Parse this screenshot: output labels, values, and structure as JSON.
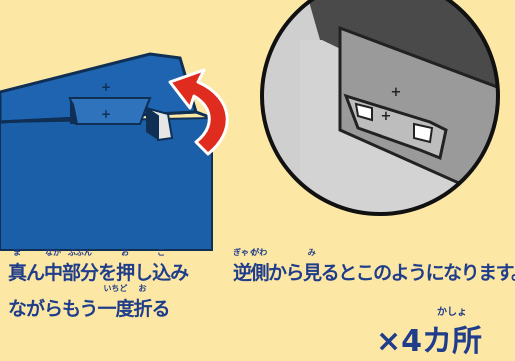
{
  "instructions": {
    "left_caption_line1": {
      "pre": "真",
      "furigana_ma": "ま",
      "n": "ん",
      "naka": "中",
      "furigana_naka": "なか",
      "bubun": "部分",
      "furigana_bubun": "ぶぶん",
      "wo": "を",
      "o": "押",
      "furigana_o": "お",
      "shi": "し",
      "ko": "込",
      "furigana_ko": "こ",
      "mi": "み"
    },
    "left_caption_line2": {
      "pre": "ながらもう",
      "ichido": "一度",
      "furigana_ichido": "いちど",
      "ori": "折",
      "furigana_ori": "お",
      "ru": "る"
    },
    "right_caption": {
      "gyaku": "逆",
      "furigana_gyaku": "ぎゃく",
      "gawa": "側",
      "furigana_gawa": "がわ",
      "kara": "から",
      "mi": "見",
      "furigana_mi": "み",
      "rest": "るとこのようになります。"
    },
    "count": {
      "times": "×4",
      "kasho": "カ所",
      "furigana_kasho": "かしょ"
    }
  },
  "colors": {
    "background": "#fce7a4",
    "board_blue": "#1a5fa8",
    "board_dark": "#144b87",
    "arrow_red": "#e02b1f",
    "text_navy": "#1f3d8a",
    "circle_light": "#d6d6d6",
    "circle_dark": "#4a4a4a"
  }
}
